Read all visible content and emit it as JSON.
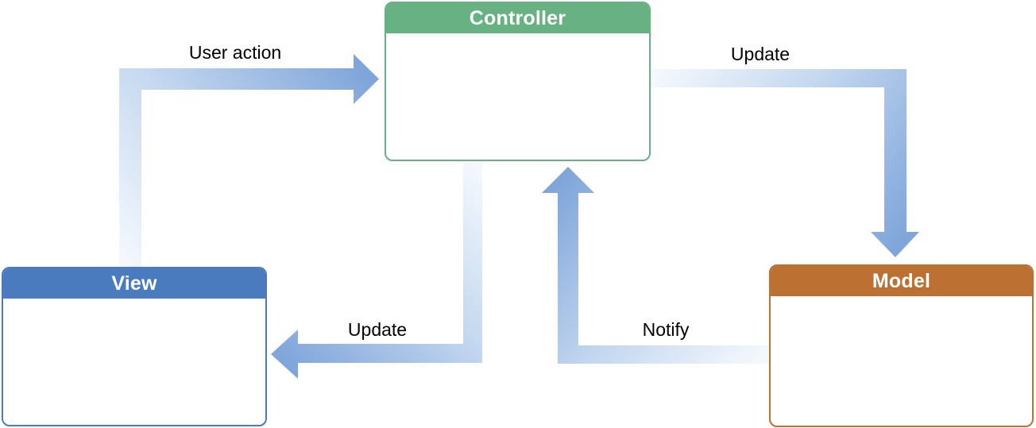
{
  "diagram": {
    "type": "flow-diagram",
    "background": "#FFFFFF",
    "label_color": "#000000",
    "nodes": [
      {
        "id": "controller",
        "label": "Controller",
        "header_color": "#67B183",
        "border_color": "#67B183",
        "body_color": "#FFFFFF",
        "position": "top-center"
      },
      {
        "id": "view",
        "label": "View",
        "header_color": "#4A7BBE",
        "border_color": "#4A7BBE",
        "body_color": "#FFFFFF",
        "position": "bottom-left"
      },
      {
        "id": "model",
        "label": "Model",
        "header_color": "#BC7031",
        "border_color": "#BC7031",
        "body_color": "#FFFFFF",
        "position": "bottom-right"
      }
    ],
    "arrows": [
      {
        "id": "user-action",
        "label": "User action",
        "from": "view",
        "to": "controller",
        "shape": "elbow-up-right"
      },
      {
        "id": "update-model",
        "label": "Update",
        "from": "controller",
        "to": "model",
        "shape": "elbow-right-down"
      },
      {
        "id": "update-view",
        "label": "Update",
        "from": "controller",
        "to": "view",
        "shape": "elbow-down-left"
      },
      {
        "id": "notify",
        "label": "Notify",
        "from": "model",
        "to": "controller",
        "shape": "elbow-left-up"
      }
    ],
    "arrow_gradient": {
      "start": "#F4F8FD",
      "mid": "#C3D7EF",
      "end": "#7FA5DA"
    }
  }
}
